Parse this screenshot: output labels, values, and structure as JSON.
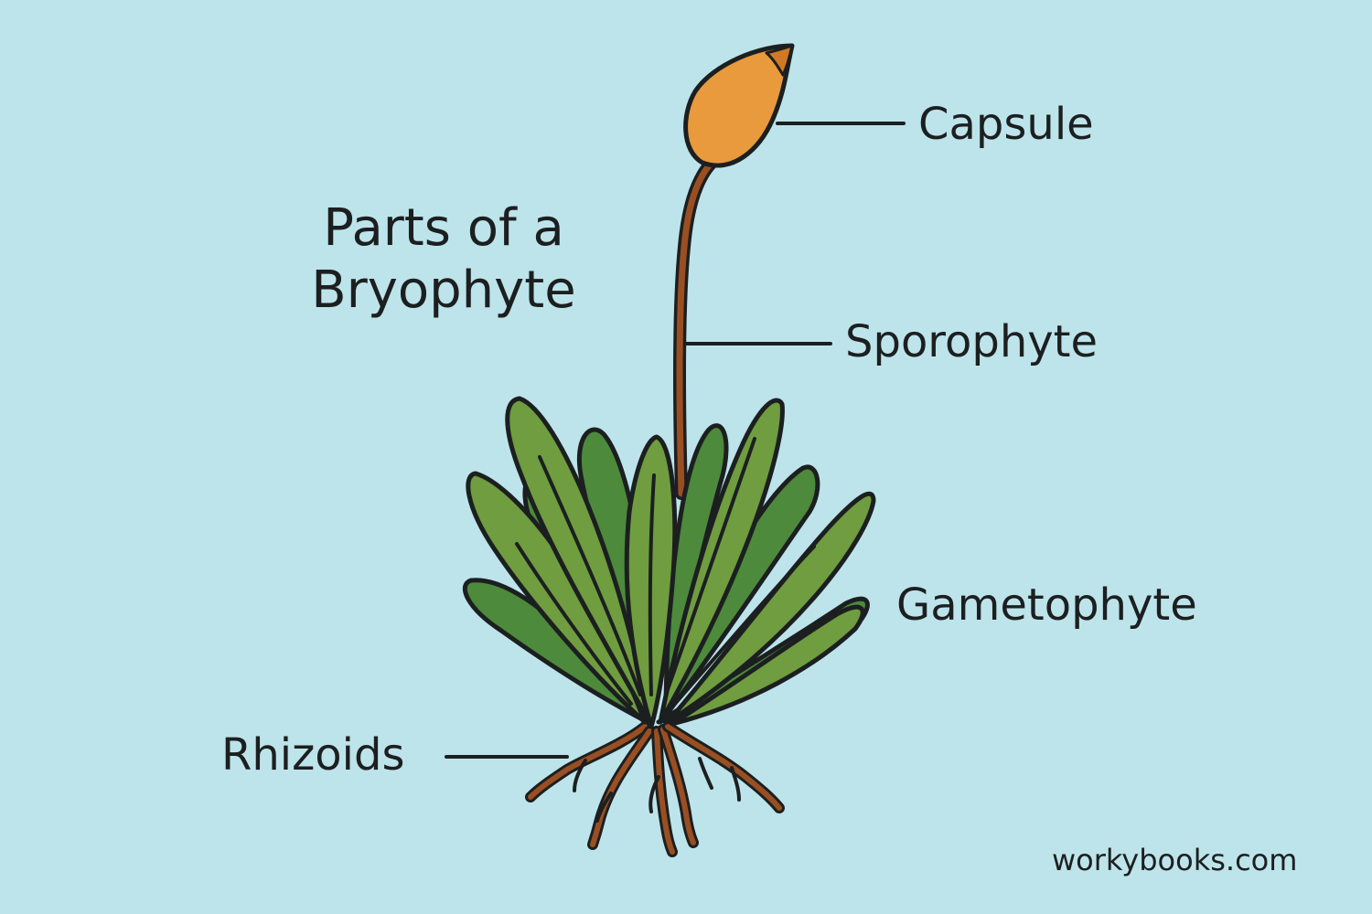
{
  "title": {
    "line1": "Parts of a",
    "line2": "Bryophyte"
  },
  "labels": {
    "capsule": "Capsule",
    "sporophyte": "Sporophyte",
    "gametophyte": "Gametophyte",
    "rhizoids": "Rhizoids"
  },
  "credit": "workybooks.com",
  "colors": {
    "background": "#bde4ea",
    "capsule": "#e89a3c",
    "stalk": "#9a4f22",
    "leaf_light": "#6f9d3f",
    "leaf_dark": "#4d8a3c",
    "outline": "#1c1f20"
  }
}
